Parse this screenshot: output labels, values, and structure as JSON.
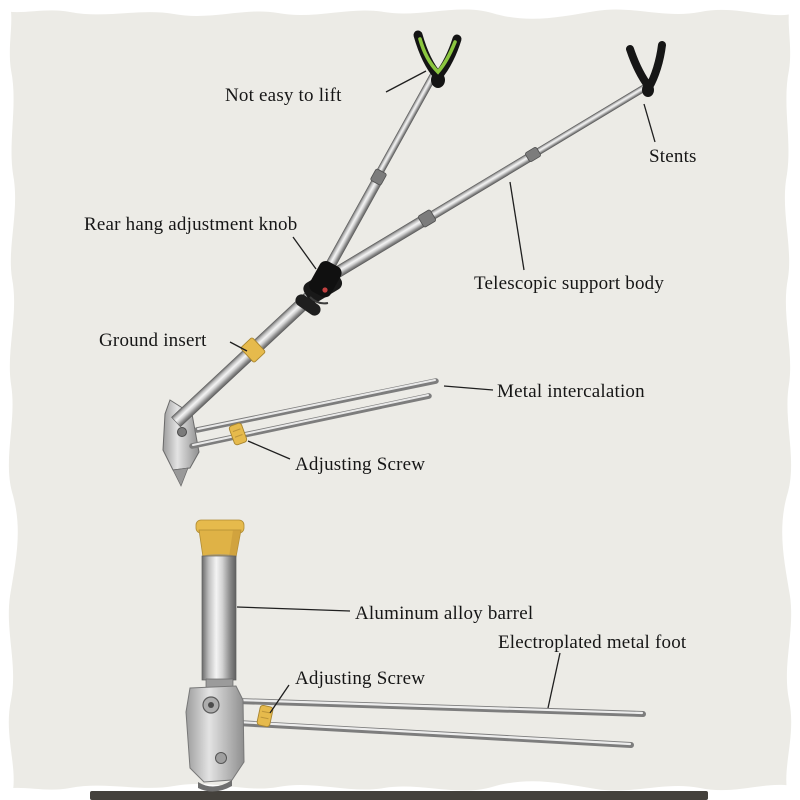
{
  "diagram": {
    "subject": "fishing rod holder bracket with labeled parts",
    "annotations": {
      "not_easy_to_lift": "Not easy to lift",
      "stents": "Stents",
      "rear_hang_adjustment_knob": "Rear hang adjustment knob",
      "telescopic_support_body": "Telescopic support body",
      "ground_insert": "Ground insert",
      "metal_intercalation": "Metal intercalation",
      "adjusting_screw_top": "Adjusting Screw",
      "aluminum_alloy_barrel": "Aluminum alloy barrel",
      "electroplated_metal_foot": "Electroplated metal foot",
      "adjusting_screw_bottom": "Adjusting Screw"
    },
    "colors": {
      "paper_background": "#ecebe6",
      "torn_edge_white": "#ffffff",
      "accent_yellow": "#e6ba4c",
      "grip_green": "#8bc63f",
      "part_black": "#161616",
      "metal_light": "#f4f4f4",
      "metal_dark": "#5f5f5f",
      "leader_line": "#1f1f1f",
      "bottom_bar": "#44413c"
    }
  }
}
